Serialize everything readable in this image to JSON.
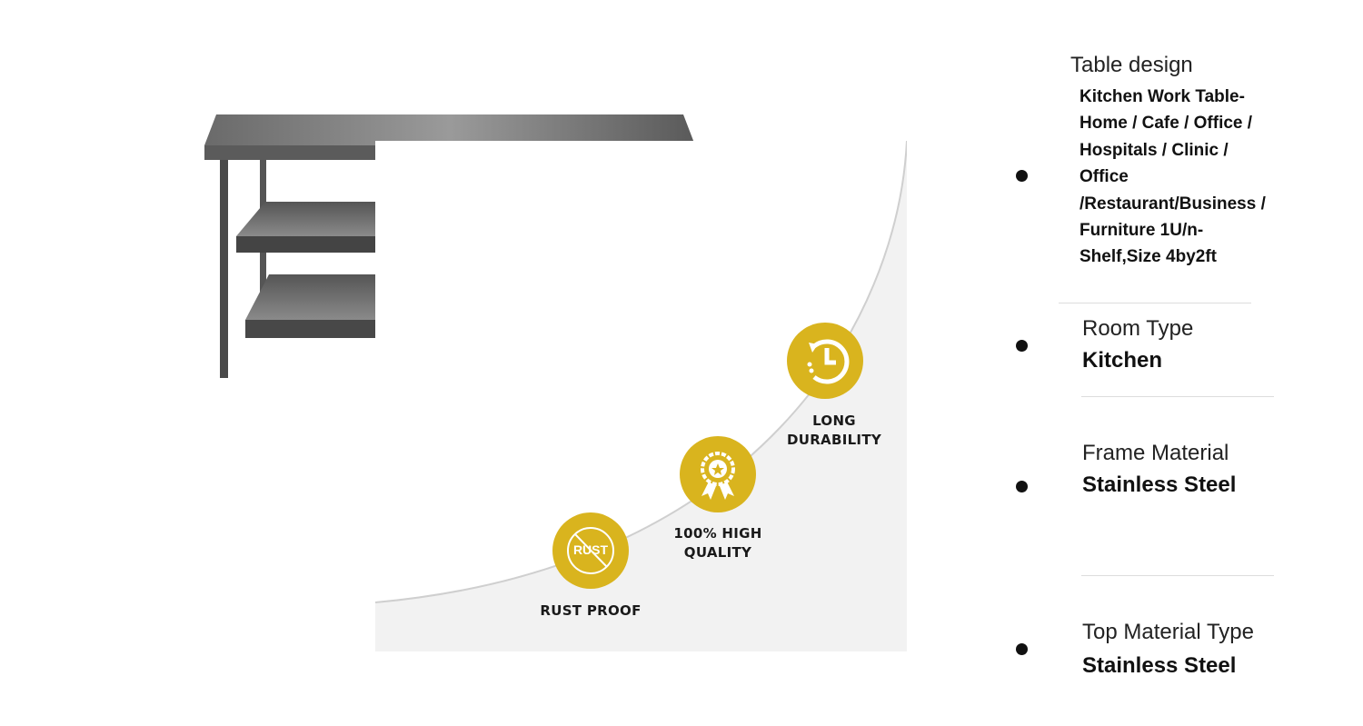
{
  "badges": [
    {
      "label_line1": "LONG",
      "label_line2": "DURABILITY",
      "icon": "history-clock-icon"
    },
    {
      "label_line1": "100% HIGH",
      "label_line2": "QUALITY",
      "icon": "award-ribbon-icon"
    },
    {
      "label_line1": "RUST PROOF",
      "icon": "no-rust-icon",
      "icon_text": "RUST"
    }
  ],
  "specs": [
    {
      "label": "Table design",
      "value": "Kitchen Work Table- Home / Cafe / Office / Hospitals / Clinic / Office /Restaurant/Business / Furniture 1U/n-Shelf,Size 4by2ft"
    },
    {
      "label": "Room Type",
      "value": "Kitchen"
    },
    {
      "label": "Frame Material",
      "value": "Stainless Steel"
    },
    {
      "label": "Top Material Type",
      "value": "Stainless Steel"
    }
  ],
  "colors": {
    "badge": "#d9b41e",
    "panel": "#f2f2f2"
  }
}
